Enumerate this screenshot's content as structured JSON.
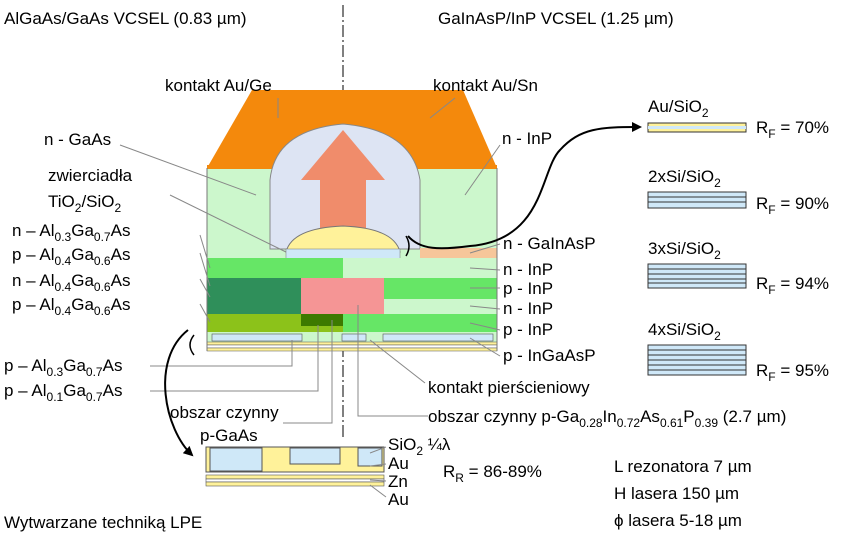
{
  "colors": {
    "contact": "#f4890c",
    "light_green": "#ccf7cc",
    "mid_green": "#66e666",
    "dark_green": "#2f8f5a",
    "olive": "#8cc21a",
    "darker_olive": "#3d7a00",
    "active_pink": "#f59595",
    "yellow": "#fff29a",
    "arrow": "#f08c6b",
    "dome": "#dde4f3",
    "mirror_blue": "#cfe8f8",
    "peach": "#f6c69a"
  },
  "titles": {
    "left": "AlGaAs/GaAs VCSEL (0.83 µm)",
    "right": "GaInAsP/InP VCSEL (1.25 µm)"
  },
  "labels": {
    "contact_left": "kontakt Au/Ge",
    "contact_right": "kontakt Au/Sn",
    "n_gaas": "n - GaAs",
    "n_inp_top": "n - InP",
    "zwierciadla_1": "zwierciadła",
    "zwierciadla_2": "TiO",
    "zwierciadla_2_sub": "2",
    "zwierciadla_2_mid": "/SiO",
    "zwierciadla_2_sub2": "2",
    "n_al03": "n – Al",
    "n_al03_sub1": "0.3",
    "n_al03_mid": "Ga",
    "n_al03_sub2": "0.7",
    "n_al03_end": "As",
    "p_al04_a": "p – Al",
    "p_al04_a_sub1": "0.4",
    "p_al04_a_mid": "Ga",
    "p_al04_a_sub2": "0.6",
    "p_al04_a_end": "As",
    "n_al04": "n – Al",
    "n_al04_sub1": "0.4",
    "n_al04_mid": "Ga",
    "n_al04_sub2": "0.6",
    "n_al04_end": "As",
    "p_al04_b": "p – Al",
    "p_al04_b_sub1": "0.4",
    "p_al04_b_mid": "Ga",
    "p_al04_b_sub2": "0.6",
    "p_al04_b_end": "As",
    "n_gainasp": "n - GaInAsP",
    "n_inp_2": "n - InP",
    "p_inp_1": "p - InP",
    "n_inp_3": "n - InP",
    "p_inp_2": "p - InP",
    "p_ingaasp": "p - InGaAsP",
    "p_al03_bottom": "p – Al",
    "p_al03_bottom_sub1": "0.3",
    "p_al03_bottom_mid": "Ga",
    "p_al03_bottom_sub2": "0.7",
    "p_al03_bottom_end": "As",
    "p_al01": "p – Al",
    "p_al01_sub1": "0.1",
    "p_al01_mid": "Ga",
    "p_al01_sub2": "0.7",
    "p_al01_end": "As",
    "kontakt_pierscieniowy": "kontakt pierścieniowy",
    "obszar_left_1": "obszar czynny",
    "obszar_left_2": "p-GaAs",
    "obszar_right": "obszar czynny p-Ga",
    "obszar_right_sub1": "0.28",
    "obszar_right_mid1": "In",
    "obszar_right_sub2": "0.72",
    "obszar_right_mid2": "As",
    "obszar_right_sub3": "0.61",
    "obszar_right_mid3": "P",
    "obszar_right_sub4": "0.39",
    "obszar_right_end": " (2.7 µm)",
    "bottom_sio2": "SiO",
    "bottom_sio2_sub": "2",
    "bottom_quarter": " ¼λ",
    "bottom_au1": "Au",
    "bottom_zn": "Zn",
    "bottom_au2": "Au",
    "rr": "R",
    "rr_sub": "R",
    "rr_val": " = 86-89%",
    "lpe": "Wytwarzane techniką LPE"
  },
  "mirrors": [
    {
      "name": "Au/SiO",
      "sub": "2",
      "rf": "R",
      "rf_sub": "F",
      "rf_val": " = 70%"
    },
    {
      "name": "2xSi/SiO",
      "sub": "2",
      "rf": "R",
      "rf_sub": "F",
      "rf_val": " = 90%"
    },
    {
      "name": "3xSi/SiO",
      "sub": "2",
      "rf": "R",
      "rf_sub": "F",
      "rf_val": " = 94%"
    },
    {
      "name": "4xSi/SiO",
      "sub": "2",
      "rf": "R",
      "rf_sub": "F",
      "rf_val": " = 95%"
    }
  ],
  "specs": [
    "L rezonatora 7 µm",
    "H lasera 150 µm",
    "ϕ lasera 5-18 µm"
  ]
}
